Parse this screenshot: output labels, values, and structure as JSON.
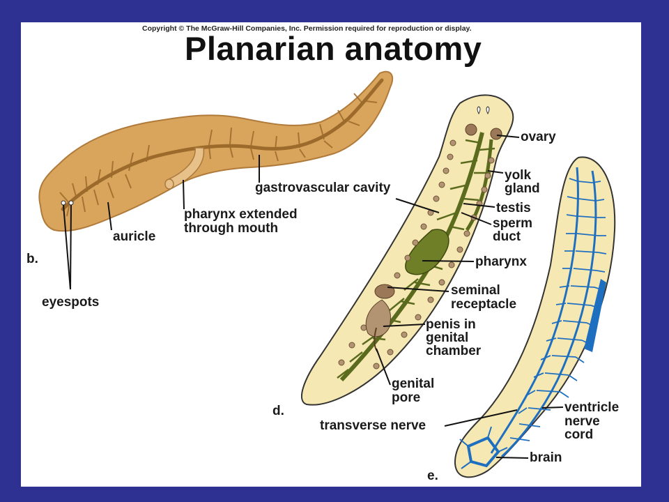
{
  "copyright": "Copyright © The McGraw-Hill Companies, Inc. Permission required for reproduction or display.",
  "title": "Planarian anatomy",
  "parts": {
    "b": "b.",
    "d": "d.",
    "e": "e."
  },
  "labels": {
    "eyespots": "eyespots",
    "auricle": "auricle",
    "pharynx_extended_1": "pharynx extended",
    "pharynx_extended_2": "through mouth",
    "gastrovascular_cavity": "gastrovascular cavity",
    "ovary": "ovary",
    "yolk_1": "yolk",
    "yolk_2": "gland",
    "testis": "testis",
    "sperm_1": "sperm",
    "sperm_2": "duct",
    "pharynx": "pharynx",
    "seminal_1": "seminal",
    "seminal_2": "receptacle",
    "penis_1": "penis in",
    "penis_2": "genital",
    "penis_3": "chamber",
    "genital_pore_1": "genital",
    "genital_pore_2": "pore",
    "transverse_nerve": "transverse nerve",
    "ventricle_1": "ventricle",
    "ventricle_2": "nerve",
    "ventricle_3": "cord",
    "brain": "brain"
  },
  "colors": {
    "background": "#2e3192",
    "panel": "#ffffff",
    "body_external": "#d9a45c",
    "gut": "#9c6a2a",
    "body_internal": "#f6e8b2",
    "gut_internal": "#5b6b1e",
    "reproductive": "#9a7858",
    "nervous": "#1f6fc1"
  }
}
